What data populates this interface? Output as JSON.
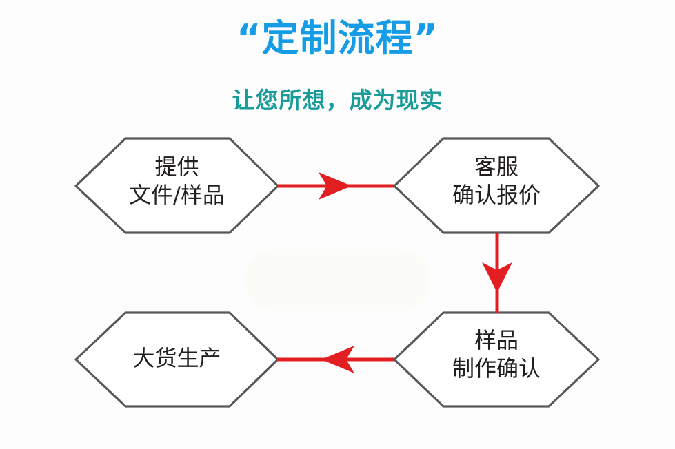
{
  "header": {
    "title": "“定制流程”",
    "subtitle": "让您所想，成为现实",
    "title_color": "#159ce6",
    "subtitle_color": "#199b9a"
  },
  "theme": {
    "background": "#fdfdfd",
    "node_stroke": "#58585a",
    "node_fill": "#ffffff",
    "node_text": "#231f20",
    "arrow_color": "#e21e23"
  },
  "diagram": {
    "type": "flowchart",
    "shape": "hexagon",
    "nodes": [
      {
        "id": "step-1",
        "order": "1",
        "line1": "提供",
        "line2": "文件/样品"
      },
      {
        "id": "step-2",
        "order": "2",
        "line1": "客服",
        "line2": "确认报价"
      },
      {
        "id": "step-3",
        "order": "3",
        "line1": "样品",
        "line2": "制作确认"
      },
      {
        "id": "step-4",
        "order": "4",
        "line1": "大货生产",
        "line2": ""
      }
    ],
    "connectors": [
      {
        "id": "arrow-1",
        "from": "step-1",
        "to": "step-2",
        "direction": "right"
      },
      {
        "id": "arrow-2",
        "from": "step-2",
        "to": "step-3",
        "direction": "down"
      },
      {
        "id": "arrow-3",
        "from": "step-3",
        "to": "step-4",
        "direction": "left"
      }
    ]
  }
}
